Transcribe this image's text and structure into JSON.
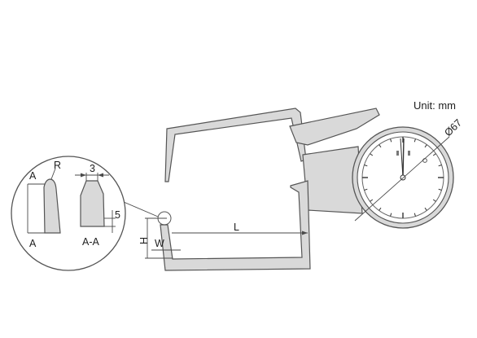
{
  "unit_label": "Unit: mm",
  "labels": {
    "diameter": "Ø67",
    "length": "L",
    "height": "H",
    "width": "W",
    "radius": "R",
    "section_a_top": "A",
    "section_a_bottom": "A",
    "section_view": "A-A",
    "tip_width": "3",
    "tip_height": "5"
  },
  "colors": {
    "body_fill": "#d9d9d9",
    "outline": "#555555",
    "line": "#4a4a4a",
    "text": "#1e1e1e",
    "background": "#ffffff"
  }
}
